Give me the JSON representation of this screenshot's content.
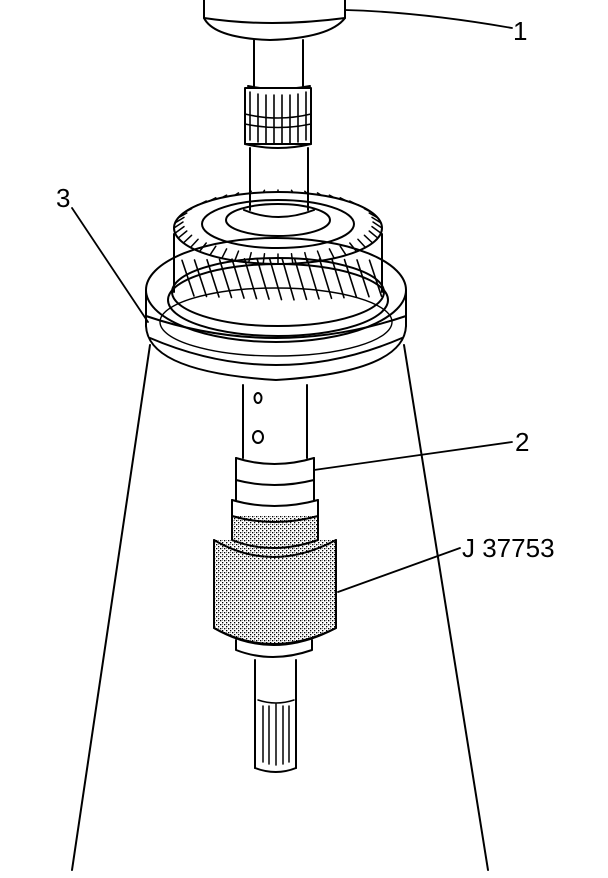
{
  "figure": {
    "callouts": {
      "item_1": "1",
      "item_2": "2",
      "item_3": "3",
      "tool": "J 37753"
    }
  },
  "colors": {
    "line": "#000000",
    "background": "#ffffff",
    "tool_stipple": "#9a9a9a"
  },
  "icons": [
    "leader-line",
    "gear-teeth",
    "spline-shaft"
  ]
}
